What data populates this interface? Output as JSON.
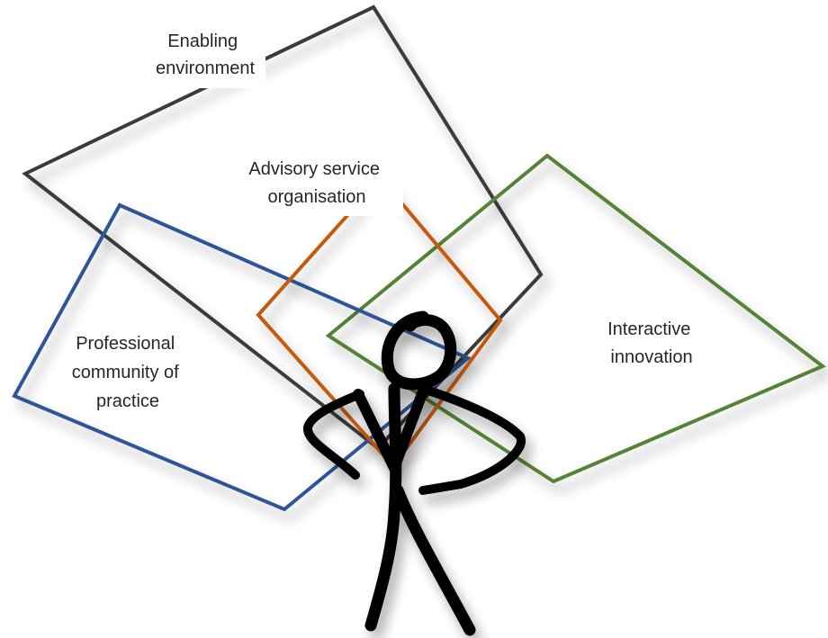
{
  "labels": {
    "enabling_environment": [
      "Enabling",
      "environment"
    ],
    "advisory_service": [
      "Advisory service",
      "organisation"
    ],
    "professional_community": [
      "Professional",
      "community of",
      "practice"
    ],
    "interactive_innovation": [
      "Interactive",
      "innovation"
    ]
  },
  "colors": {
    "enabling_environment": "#3a3a3a",
    "advisory_service": "#c55a11",
    "professional_community": "#2f5597",
    "interactive_innovation": "#548235",
    "figure": "#000000"
  }
}
